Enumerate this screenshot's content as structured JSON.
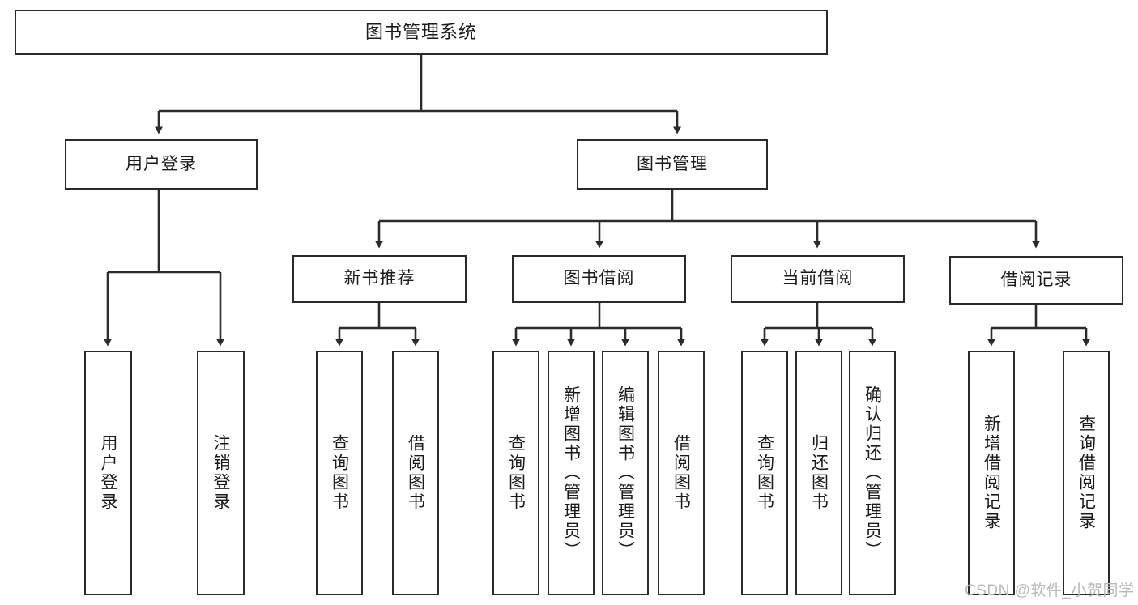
{
  "diagram": {
    "title": "图书管理系统",
    "type": "hierarchy-tree",
    "colors": {
      "box_border": "#2b2b2b",
      "box_fill": "#ffffff",
      "line": "#2b2b2b",
      "text": "#1a1a1a",
      "watermark": "#b9b9b9"
    },
    "watermark": "CSDN @软件_小贺同学"
  },
  "nodes": {
    "root": {
      "label": "图书管理系统"
    },
    "level1": [
      {
        "label": "用户登录"
      },
      {
        "label": "图书管理"
      }
    ],
    "level2": [
      {
        "label": "新书推荐"
      },
      {
        "label": "图书借阅"
      },
      {
        "label": "当前借阅"
      },
      {
        "label": "借阅记录"
      }
    ],
    "leaves": {
      "user_login": [
        {
          "label": "用户登录"
        },
        {
          "label": "注销登录"
        }
      ],
      "new_book_recommend": [
        {
          "label": "查询图书"
        },
        {
          "label": "借阅图书"
        }
      ],
      "book_borrow": [
        {
          "label": "查询图书"
        },
        {
          "label": "新增图书（管理员）"
        },
        {
          "label": "编辑图书（管理员）"
        },
        {
          "label": "借阅图书"
        }
      ],
      "current_borrow": [
        {
          "label": "查询图书"
        },
        {
          "label": "归还图书"
        },
        {
          "label": "确认归还（管理员）"
        }
      ],
      "borrow_record": [
        {
          "label": "新增借阅记录"
        },
        {
          "label": "查询借阅记录"
        }
      ]
    }
  }
}
